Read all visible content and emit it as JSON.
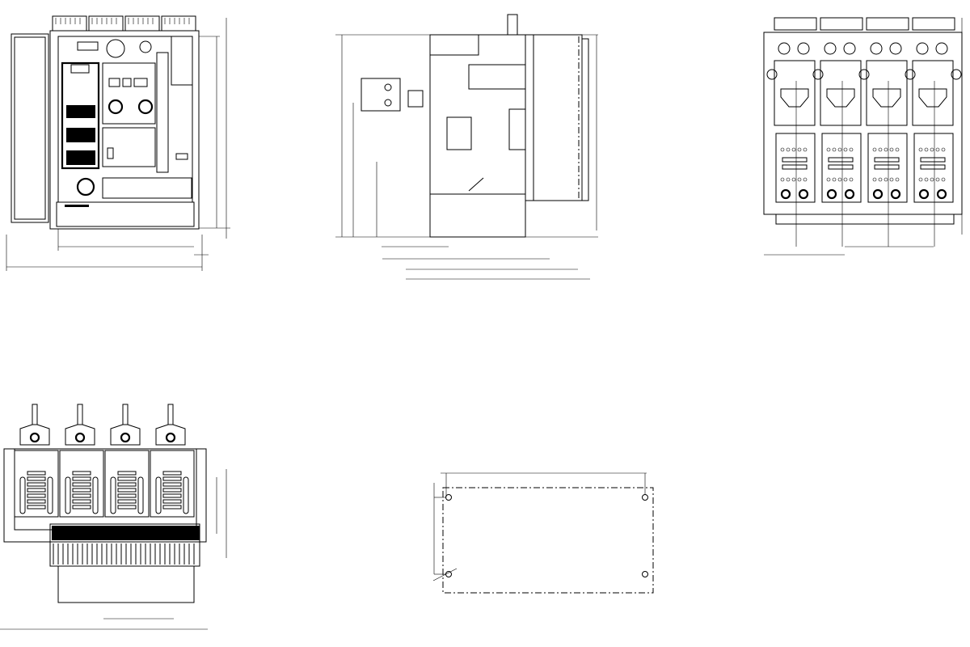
{
  "drawing": {
    "views": [
      "front",
      "side",
      "rear",
      "top",
      "mounting-holes"
    ],
    "line_color": "#000000",
    "background": "#ffffff"
  }
}
